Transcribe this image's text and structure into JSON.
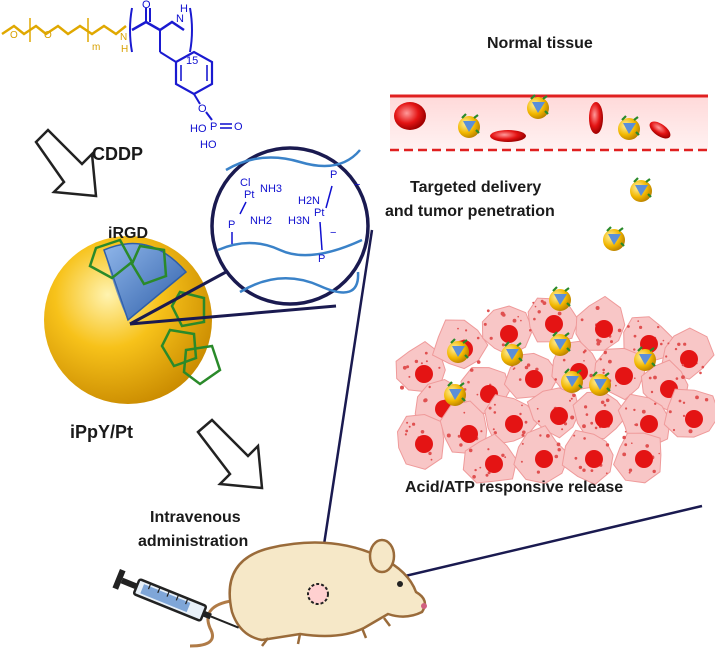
{
  "labels": {
    "cddp": "CDDP",
    "irgd": "iRGD",
    "ippy_pt": "iPpY/Pt",
    "normal_tissue": "Normal tissue",
    "targeted_line1": "Targeted delivery",
    "targeted_line2": "and tumor penetration",
    "acid_release": "Acid/ATP responsive release",
    "iv_line1": "Intravenous",
    "iv_line2": "administration"
  },
  "chem": {
    "peg_m": "m",
    "nh_left": "N",
    "h_left": "H",
    "carbonyl_o": "O",
    "nh_right_n": "N",
    "nh_right_h": "H",
    "repeat_n": "15",
    "ester_o": "O",
    "phosphate_p": "P",
    "phosphate_o": "O",
    "ho1": "HO",
    "ho2": "HO",
    "pt_cl": "Cl",
    "pt_nh3_a": "NH3",
    "pt_nh2_a": "NH2",
    "pt_left": "Pt",
    "pt_right": "Pt",
    "h2n": "H2N",
    "h3n": "H3N",
    "p_left": "P",
    "p_top": "P",
    "p_bottom": "P",
    "o_minus": "−"
  },
  "colors": {
    "peg": "#e0a800",
    "polymer": "#1a1ad0",
    "shell": "#f2b700",
    "core": "#5b8fd8",
    "ligand": "#2a8a2a",
    "vessel": "#e02020",
    "rbc": "#e01010",
    "tumor": "#f6bcbc"
  }
}
